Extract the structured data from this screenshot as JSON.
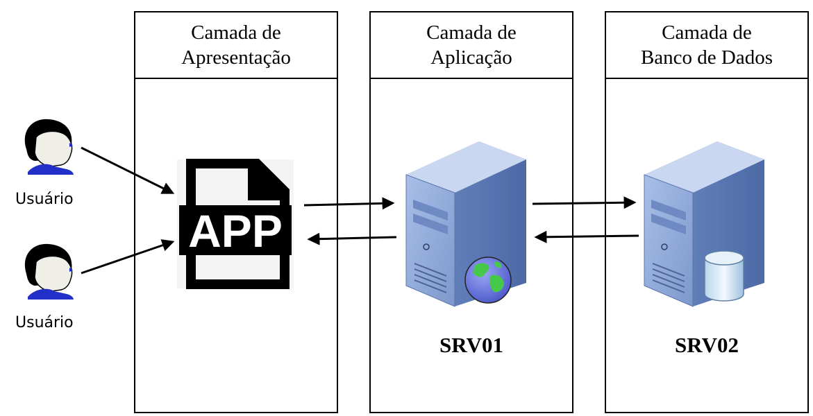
{
  "layers": [
    {
      "line1": "Camada de",
      "line2": "Apresentação"
    },
    {
      "line1": "Camada de",
      "line2": "Aplicação"
    },
    {
      "line1": "Camada de",
      "line2": "Banco de Dados"
    }
  ],
  "users": [
    {
      "label": "Usuário"
    },
    {
      "label": "Usuário"
    }
  ],
  "app": {
    "text": "APP"
  },
  "servers": [
    {
      "label": "SRV01",
      "badge": "globe-icon"
    },
    {
      "label": "SRV02",
      "badge": "database-icon"
    }
  ],
  "colors": {
    "server_front": "#8fa9d8",
    "server_side": "#5f7fb9",
    "globe_ocean": "#6f7fe0",
    "globe_land": "#46c84a",
    "user_shirt": "#2230c8"
  }
}
